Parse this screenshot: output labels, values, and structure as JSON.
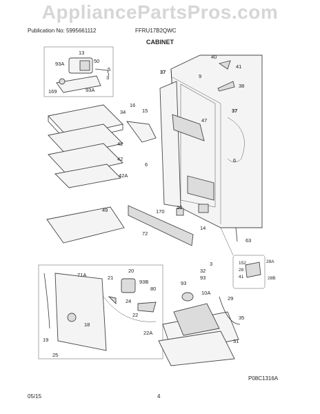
{
  "watermark": "AppliancePartsPros.com",
  "header": {
    "publication": "Publication No: 5995661112",
    "model": "FFRU17B2QWC",
    "section": "CABINET"
  },
  "footer": {
    "date": "05/15",
    "page": "4",
    "figure_code": "P08C1316A"
  },
  "callouts": [
    "13",
    "50",
    "93A",
    "5",
    "3",
    "169",
    "93A",
    "40",
    "41",
    "37",
    "9",
    "38",
    "37",
    "16",
    "34",
    "15",
    "47",
    "42",
    "42",
    "42A",
    "6",
    "6",
    "49",
    "170",
    "10",
    "72",
    "14",
    "63",
    "3",
    "32",
    "93",
    "152",
    "28A",
    "28",
    "41",
    "28B",
    "71A",
    "20",
    "21",
    "93B",
    "80",
    "93",
    "10A",
    "24",
    "18",
    "22",
    "29",
    "35",
    "19",
    "22A",
    "25",
    "31"
  ]
}
